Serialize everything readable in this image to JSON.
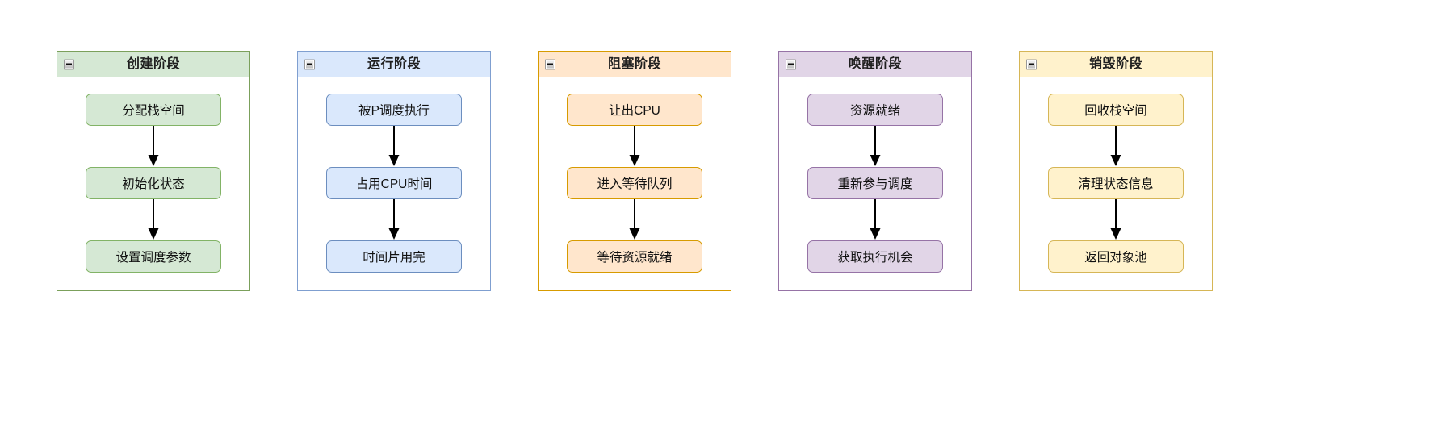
{
  "diagram": {
    "type": "flowchart-subgraphs",
    "orientation": "horizontal-groups-vertical-flow",
    "background_color": "#ffffff",
    "arrow_color": "#000000",
    "collapse_icon_name": "minimize-icon",
    "panels": [
      {
        "id": "create",
        "title": "创建阶段",
        "accent": "green",
        "header_fill": "#d5e8d4",
        "border_color": "#82b366",
        "node_fill": "#d5e8d4",
        "nodes": [
          {
            "label": "分配栈空间"
          },
          {
            "label": "初始化状态"
          },
          {
            "label": "设置调度参数"
          }
        ]
      },
      {
        "id": "running",
        "title": "运行阶段",
        "accent": "blue",
        "header_fill": "#dae8fc",
        "border_color": "#6c8ebf",
        "node_fill": "#dae8fc",
        "nodes": [
          {
            "label": "被P调度执行"
          },
          {
            "label": "占用CPU时间"
          },
          {
            "label": "时间片用完"
          }
        ]
      },
      {
        "id": "blocked",
        "title": "阻塞阶段",
        "accent": "orange",
        "header_fill": "#ffe6cc",
        "border_color": "#d79b00",
        "node_fill": "#ffe6cc",
        "nodes": [
          {
            "label": "让出CPU"
          },
          {
            "label": "进入等待队列"
          },
          {
            "label": "等待资源就绪"
          }
        ]
      },
      {
        "id": "wakeup",
        "title": "唤醒阶段",
        "accent": "purple",
        "header_fill": "#e1d5e7",
        "border_color": "#9673a6",
        "node_fill": "#e1d5e7",
        "nodes": [
          {
            "label": "资源就绪"
          },
          {
            "label": "重新参与调度"
          },
          {
            "label": "获取执行机会"
          }
        ]
      },
      {
        "id": "destroy",
        "title": "销毁阶段",
        "accent": "yellow",
        "header_fill": "#fff2cc",
        "border_color": "#d6b656",
        "node_fill": "#fff2cc",
        "nodes": [
          {
            "label": "回收栈空间"
          },
          {
            "label": "清理状态信息"
          },
          {
            "label": "返回对象池"
          }
        ]
      }
    ]
  }
}
